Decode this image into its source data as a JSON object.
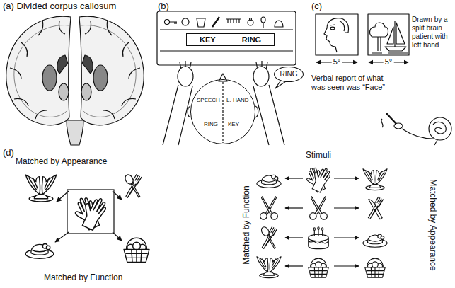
{
  "diagram": {
    "nodes": [
      {
        "text": [
          "KEY",
          "RING"
        ]
      },
      {
        "text": [
          "RING"
        ]
      },
      {
        "text": [
          "SPEECH",
          "L. HAND",
          "RING",
          "KEY"
        ]
      }
    ],
    "labels": [
      "(a) Divided corpus callosum",
      "(b)",
      "(c)",
      "5°",
      "5°",
      "Verbal report of what was seen was “Face”",
      "Drawn by a split brain patient with left hand",
      "(d)",
      "Matched by Appearance",
      "Matched by Function",
      "Stimuli",
      "Matched by Function",
      "Matched by Appearance"
    ]
  }
}
